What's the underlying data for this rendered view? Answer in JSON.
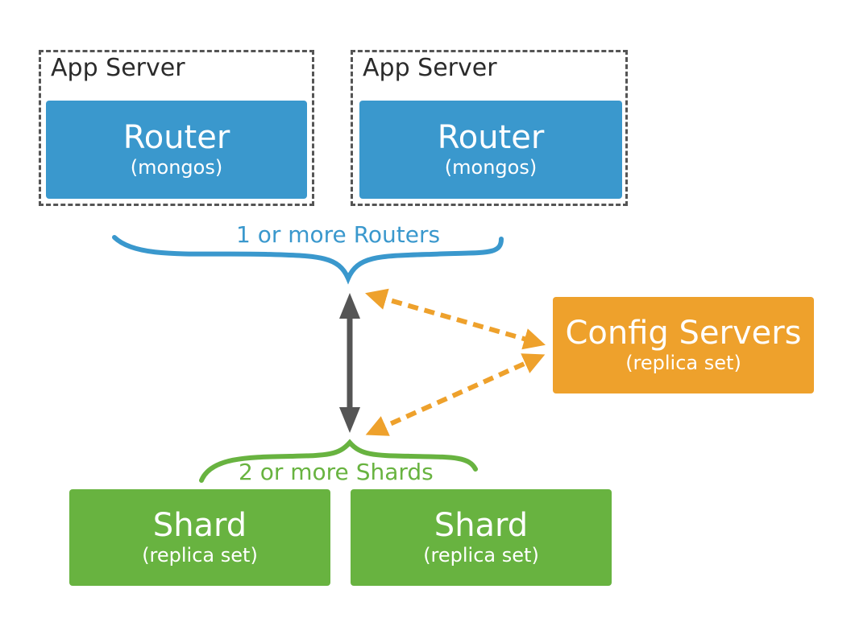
{
  "app_servers": [
    {
      "label": "App Server",
      "router": {
        "title": "Router",
        "subtitle": "(mongos)"
      }
    },
    {
      "label": "App Server",
      "router": {
        "title": "Router",
        "subtitle": "(mongos)"
      }
    }
  ],
  "routers_brace_label": "1 or more Routers",
  "config_servers": {
    "title": "Config Servers",
    "subtitle": "(replica set)"
  },
  "shards_brace_label": "2 or more Shards",
  "shards": [
    {
      "title": "Shard",
      "subtitle": "(replica set)"
    },
    {
      "title": "Shard",
      "subtitle": "(replica set)"
    }
  ],
  "colors": {
    "router": "#3a98cd",
    "config": "#eea12c",
    "shard": "#68b340",
    "arrow": "#555555"
  }
}
